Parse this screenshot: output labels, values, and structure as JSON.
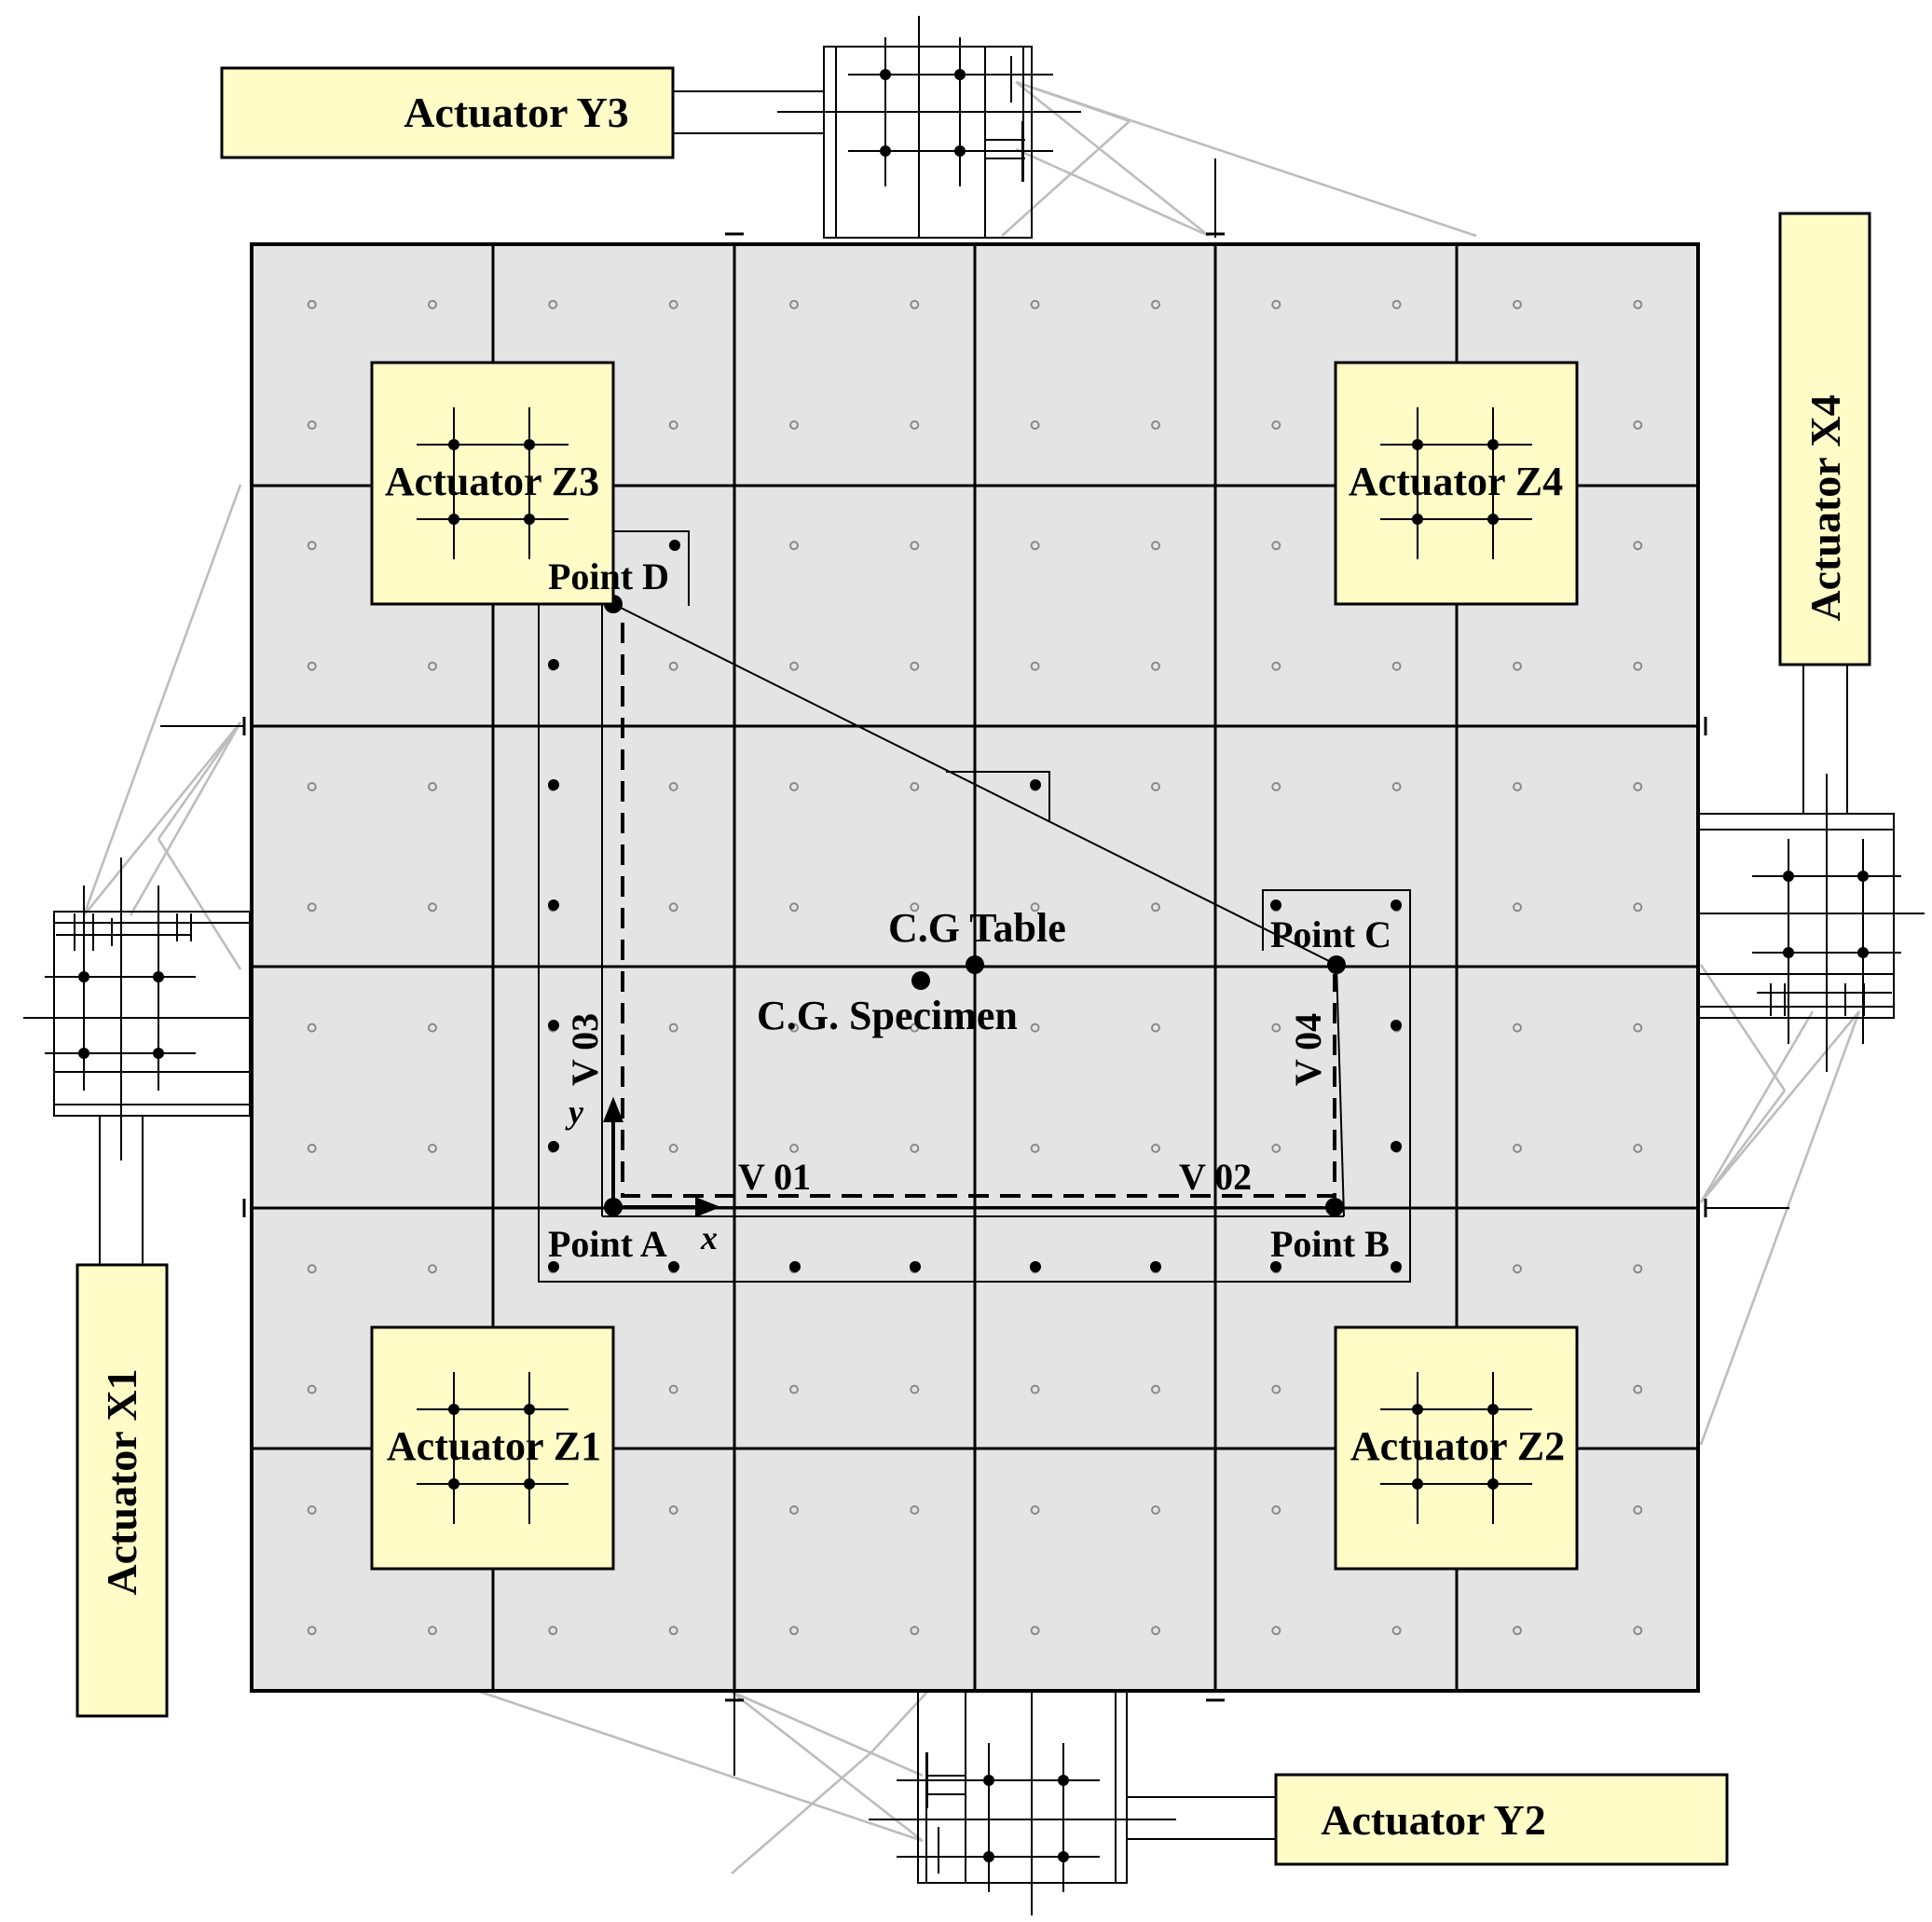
{
  "actuators": {
    "y3": "Actuator Y3",
    "x4": "Actuator X4",
    "x1": "Actuator X1",
    "y2": "Actuator Y2",
    "z3": "Actuator Z3",
    "z4": "Actuator Z4",
    "z1": "Actuator Z1",
    "z2": "Actuator Z2"
  },
  "points": {
    "a": "Point A",
    "b": "Point B",
    "c": "Point C",
    "d": "Point D"
  },
  "sensors": {
    "v01": "V 01",
    "v02": "V 02",
    "v03": "V 03",
    "v04": "V 04"
  },
  "centers": {
    "table": "C.G Table",
    "specimen": "C.G. Specimen"
  },
  "axes": {
    "x": "x",
    "y": "y"
  },
  "colors": {
    "table_fill": "#e4e4e4",
    "actuator_fill": "#fffcc8",
    "brace": "#bdbdbd",
    "line": "#000000"
  }
}
